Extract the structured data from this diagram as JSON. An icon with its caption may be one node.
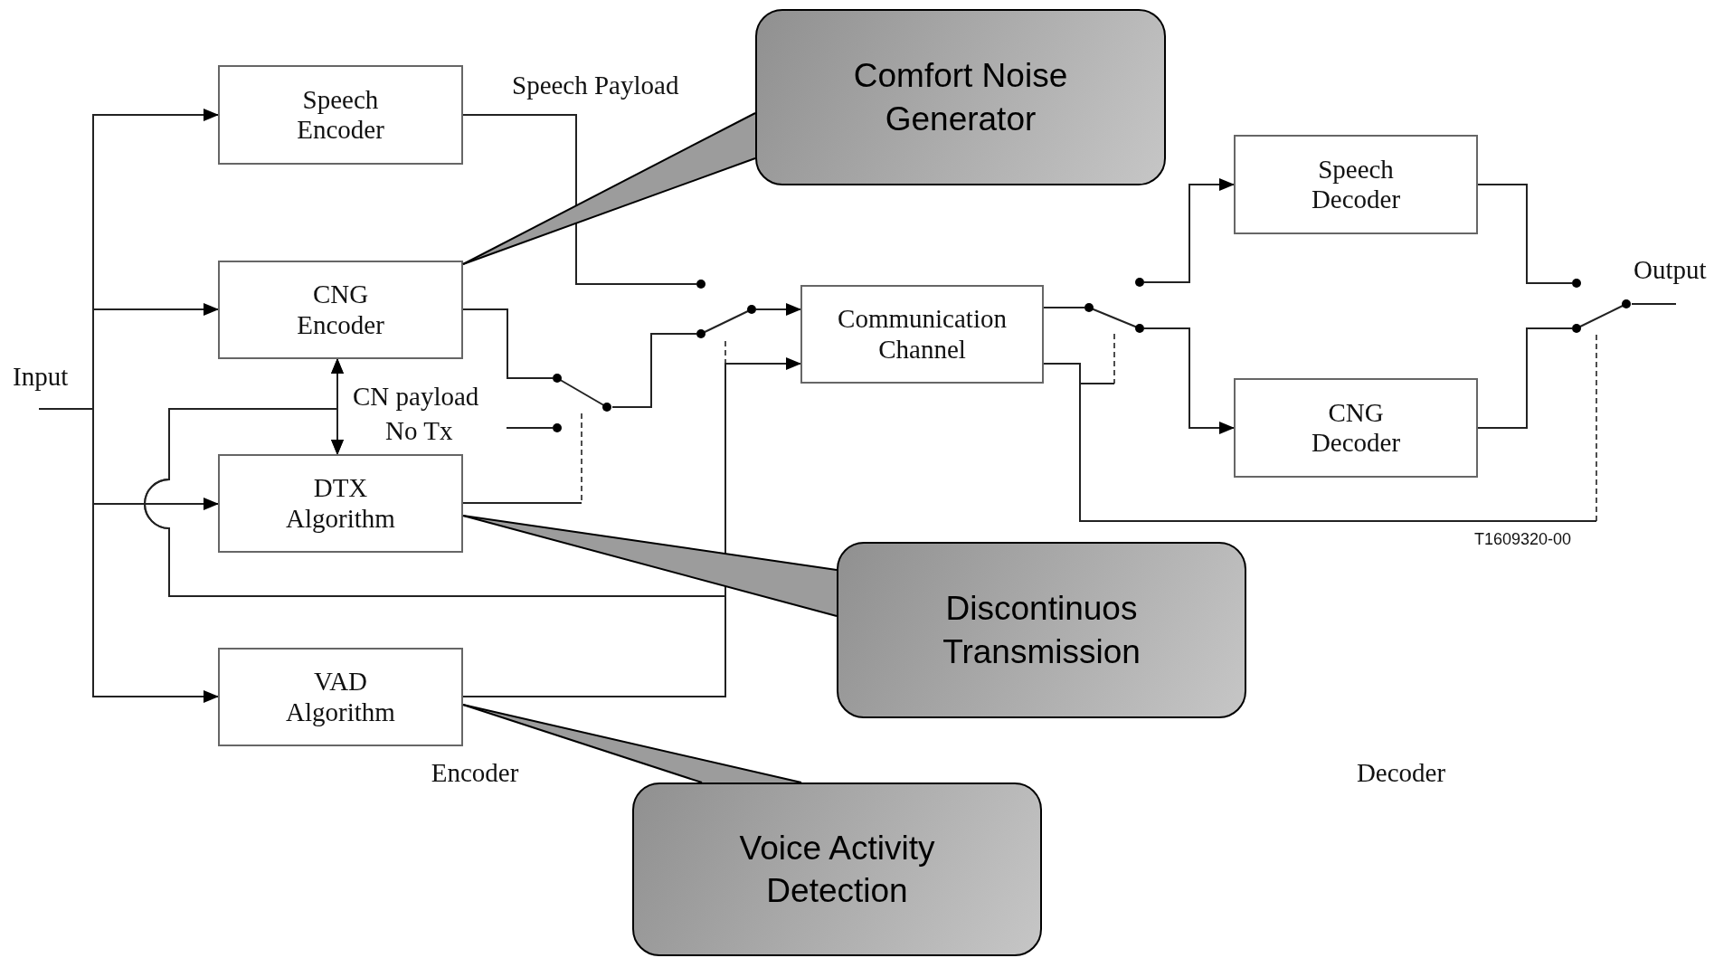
{
  "diagram": {
    "nodes": [
      {
        "text": [
          "Input"
        ]
      },
      {
        "text": [
          "Speech Encoder"
        ]
      },
      {
        "text": [
          "CNG Encoder"
        ]
      },
      {
        "text": [
          "DTX Algorithm"
        ]
      },
      {
        "text": [
          "VAD Algorithm"
        ]
      },
      {
        "text": [
          "No Tx"
        ]
      },
      {
        "text": [],
        "shape": "switch"
      },
      {
        "text": [],
        "shape": "switch"
      },
      {
        "text": [
          "Communication Channel"
        ]
      },
      {
        "text": [],
        "shape": "switch"
      },
      {
        "text": [
          "Speech Decoder"
        ]
      },
      {
        "text": [
          "CNG Decoder"
        ]
      },
      {
        "text": [],
        "shape": "switch"
      },
      {
        "text": [
          "Output"
        ]
      },
      {
        "text": [
          "Comfort Noise Generator"
        ]
      },
      {
        "text": [
          "Discontinuos Transmission"
        ]
      },
      {
        "text": [
          "Voice Activity Detection"
        ]
      }
    ],
    "edges": [
      {
        "from": 0,
        "to": 1,
        "arrow": "to"
      },
      {
        "from": 0,
        "to": 2,
        "arrow": "to"
      },
      {
        "from": 0,
        "to": 3,
        "arrow": "to"
      },
      {
        "from": 0,
        "to": 4,
        "arrow": "to"
      },
      {
        "from": 1,
        "to": 7,
        "arrow": "none",
        "label": "Speech Payload"
      },
      {
        "from": 2,
        "to": 6,
        "arrow": "none"
      },
      {
        "from": 2,
        "to": 3,
        "arrow": "both"
      },
      {
        "from": 4,
        "to": 2,
        "arrow": "to"
      },
      {
        "from": 4,
        "to": 3,
        "arrow": "to"
      },
      {
        "from": 3,
        "to": 6,
        "arrow": "none"
      },
      {
        "from": 5,
        "to": 6,
        "arrow": "none"
      },
      {
        "from": 6,
        "to": 7,
        "arrow": "none"
      },
      {
        "from": 7,
        "to": 8,
        "arrow": "to"
      },
      {
        "from": 4,
        "to": 8,
        "arrow": "to"
      },
      {
        "from": 4,
        "to": 7,
        "arrow": "none"
      },
      {
        "from": 8,
        "to": 9,
        "arrow": "none"
      },
      {
        "from": 8,
        "to": 9,
        "arrow": "none"
      },
      {
        "from": 9,
        "to": 10,
        "arrow": "to"
      },
      {
        "from": 9,
        "to": 11,
        "arrow": "to"
      },
      {
        "from": 8,
        "to": 12,
        "arrow": "none"
      },
      {
        "from": 10,
        "to": 12,
        "arrow": "none"
      },
      {
        "from": 11,
        "to": 12,
        "arrow": "none"
      },
      {
        "from": 12,
        "to": 13,
        "arrow": "none"
      },
      {
        "from": 14,
        "to": 2,
        "arrow": "none"
      },
      {
        "from": 15,
        "to": 3,
        "arrow": "none"
      },
      {
        "from": 16,
        "to": 4,
        "arrow": "none"
      }
    ],
    "labels": [
      "CN payload",
      "Encoder",
      "Decoder",
      "T1609320-00"
    ]
  }
}
